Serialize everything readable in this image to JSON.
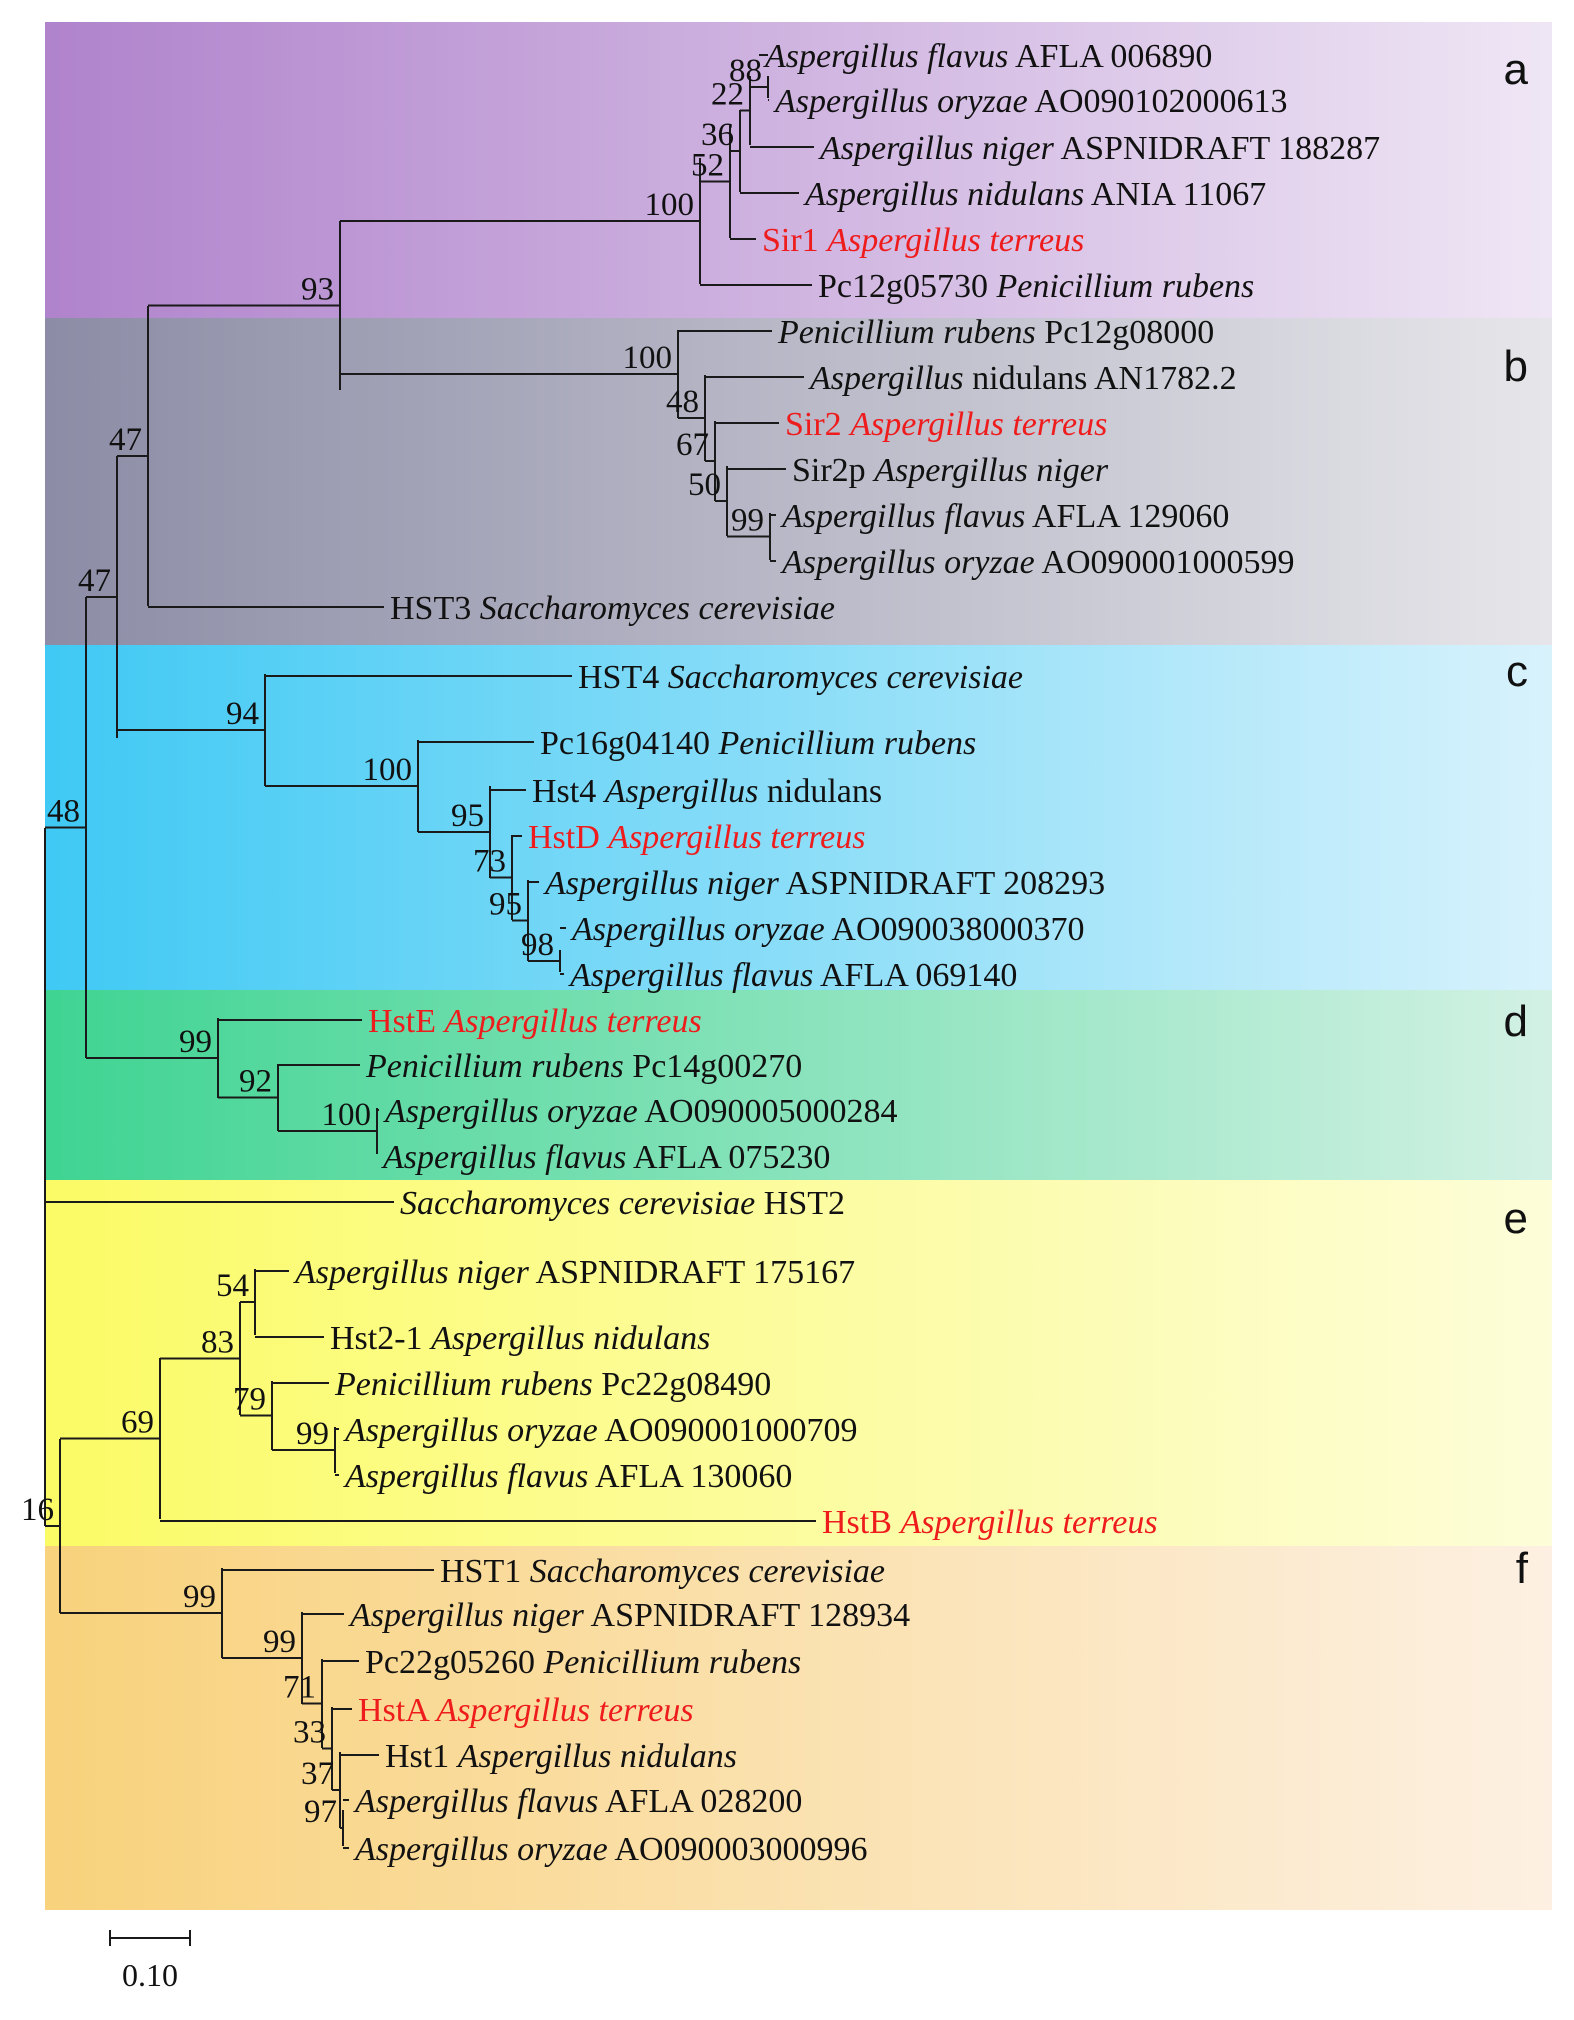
{
  "colors": {
    "a": [
      "#b083cc",
      "#efe6f5"
    ],
    "b": [
      "#8c8ca6",
      "#e6e6ea"
    ],
    "c": [
      "#3fc9f4",
      "#d8f2fc"
    ],
    "d": [
      "#3fd492",
      "#d2f1e4"
    ],
    "e": [
      "#fbfb66",
      "#fdfdd9"
    ],
    "f": [
      "#f8d27c",
      "#fdf0e2"
    ],
    "highlight": "#ee1c1c"
  },
  "clades": [
    {
      "id": "a",
      "label": "a"
    },
    {
      "id": "b",
      "label": "b"
    },
    {
      "id": "c",
      "label": "c"
    },
    {
      "id": "d",
      "label": "d"
    },
    {
      "id": "e",
      "label": "e"
    },
    {
      "id": "f",
      "label": "f"
    }
  ],
  "leaves": [
    {
      "id": "L1",
      "clade": "a",
      "parts": [
        {
          "t": "Aspergillus flavus",
          "i": true
        },
        {
          "t": " AFLA 006890"
        }
      ]
    },
    {
      "id": "L2",
      "clade": "a",
      "parts": [
        {
          "t": "Aspergillus oryzae",
          "i": true
        },
        {
          "t": " AO090102000613"
        }
      ]
    },
    {
      "id": "L3",
      "clade": "a",
      "parts": [
        {
          "t": "Aspergillus niger",
          "i": true
        },
        {
          "t": " ASPNIDRAFT 188287"
        }
      ]
    },
    {
      "id": "L4",
      "clade": "a",
      "parts": [
        {
          "t": "Aspergillus nidulans",
          "i": true
        },
        {
          "t": " ANIA 11067"
        }
      ]
    },
    {
      "id": "L5",
      "clade": "a",
      "highlight": true,
      "parts": [
        {
          "t": "Sir1 "
        },
        {
          "t": "Aspergillus terreus",
          "i": true
        }
      ]
    },
    {
      "id": "L6",
      "clade": "a",
      "parts": [
        {
          "t": "Pc12g05730 "
        },
        {
          "t": "Penicillium rubens",
          "i": true
        }
      ]
    },
    {
      "id": "L7",
      "clade": "b",
      "parts": [
        {
          "t": "Penicillium rubens",
          "i": true
        },
        {
          "t": " Pc12g08000"
        }
      ]
    },
    {
      "id": "L8",
      "clade": "b",
      "parts": [
        {
          "t": "Aspergillus",
          "i": true
        },
        {
          "t": " nidulans AN1782.2"
        }
      ]
    },
    {
      "id": "L9",
      "clade": "b",
      "highlight": true,
      "parts": [
        {
          "t": "Sir2 "
        },
        {
          "t": "Aspergillus terreus",
          "i": true
        }
      ]
    },
    {
      "id": "L10",
      "clade": "b",
      "parts": [
        {
          "t": "Sir2p "
        },
        {
          "t": "Aspergillus niger",
          "i": true
        }
      ]
    },
    {
      "id": "L11",
      "clade": "b",
      "parts": [
        {
          "t": "Aspergillus flavus",
          "i": true
        },
        {
          "t": " AFLA 129060"
        }
      ]
    },
    {
      "id": "L12",
      "clade": "b",
      "parts": [
        {
          "t": "Aspergillus oryzae",
          "i": true
        },
        {
          "t": " AO090001000599"
        }
      ]
    },
    {
      "id": "L13",
      "clade": "b",
      "parts": [
        {
          "t": "HST3 "
        },
        {
          "t": "Saccharomyces cerevisiae",
          "i": true
        }
      ]
    },
    {
      "id": "L14",
      "clade": "c",
      "parts": [
        {
          "t": "HST4 "
        },
        {
          "t": "Saccharomyces cerevisiae",
          "i": true
        }
      ]
    },
    {
      "id": "L15",
      "clade": "c",
      "parts": [
        {
          "t": "Pc16g04140 "
        },
        {
          "t": "Penicillium rubens",
          "i": true
        }
      ]
    },
    {
      "id": "L16",
      "clade": "c",
      "parts": [
        {
          "t": "Hst4 "
        },
        {
          "t": "Aspergillus",
          "i": true
        },
        {
          "t": " nidulans"
        }
      ]
    },
    {
      "id": "L17",
      "clade": "c",
      "highlight": true,
      "parts": [
        {
          "t": "HstD "
        },
        {
          "t": "Aspergillus terreus",
          "i": true
        }
      ]
    },
    {
      "id": "L18",
      "clade": "c",
      "parts": [
        {
          "t": "Aspergillus niger",
          "i": true
        },
        {
          "t": " ASPNIDRAFT 208293"
        }
      ]
    },
    {
      "id": "L19",
      "clade": "c",
      "parts": [
        {
          "t": "Aspergillus oryzae",
          "i": true
        },
        {
          "t": " AO090038000370"
        }
      ]
    },
    {
      "id": "L20",
      "clade": "c",
      "parts": [
        {
          "t": "Aspergillus flavus",
          "i": true
        },
        {
          "t": " AFLA 069140"
        }
      ]
    },
    {
      "id": "L21",
      "clade": "d",
      "highlight": true,
      "parts": [
        {
          "t": "HstE "
        },
        {
          "t": "Aspergillus terreus",
          "i": true
        }
      ]
    },
    {
      "id": "L22",
      "clade": "d",
      "parts": [
        {
          "t": "Penicillium rubens",
          "i": true
        },
        {
          "t": " Pc14g00270"
        }
      ]
    },
    {
      "id": "L23",
      "clade": "d",
      "parts": [
        {
          "t": "Aspergillus oryzae",
          "i": true
        },
        {
          "t": " AO090005000284"
        }
      ]
    },
    {
      "id": "L24",
      "clade": "d",
      "parts": [
        {
          "t": "Aspergillus flavus",
          "i": true
        },
        {
          "t": " AFLA 075230"
        }
      ]
    },
    {
      "id": "L25",
      "clade": "e",
      "parts": [
        {
          "t": "Saccharomyces cerevisiae",
          "i": true
        },
        {
          "t": " HST2"
        }
      ]
    },
    {
      "id": "L26",
      "clade": "e",
      "parts": [
        {
          "t": "Aspergillus niger",
          "i": true
        },
        {
          "t": " ASPNIDRAFT 175167"
        }
      ]
    },
    {
      "id": "L27",
      "clade": "e",
      "parts": [
        {
          "t": "Hst2-1 "
        },
        {
          "t": "Aspergillus nidulans",
          "i": true
        }
      ]
    },
    {
      "id": "L28",
      "clade": "e",
      "parts": [
        {
          "t": "Penicillium rubens",
          "i": true
        },
        {
          "t": " Pc22g08490"
        }
      ]
    },
    {
      "id": "L29",
      "clade": "e",
      "parts": [
        {
          "t": "Aspergillus oryzae",
          "i": true
        },
        {
          "t": " AO090001000709"
        }
      ]
    },
    {
      "id": "L30",
      "clade": "e",
      "parts": [
        {
          "t": "Aspergillus flavus",
          "i": true
        },
        {
          "t": " AFLA 130060"
        }
      ]
    },
    {
      "id": "L31",
      "clade": "e",
      "highlight": true,
      "parts": [
        {
          "t": "HstB "
        },
        {
          "t": "Aspergillus terreus",
          "i": true
        }
      ]
    },
    {
      "id": "L32",
      "clade": "f",
      "parts": [
        {
          "t": "HST1 "
        },
        {
          "t": "Saccharomyces cerevisiae",
          "i": true
        }
      ]
    },
    {
      "id": "L33",
      "clade": "f",
      "parts": [
        {
          "t": "Aspergillus niger",
          "i": true
        },
        {
          "t": " ASPNIDRAFT 128934"
        }
      ]
    },
    {
      "id": "L34",
      "clade": "f",
      "parts": [
        {
          "t": "Pc22g05260 "
        },
        {
          "t": "Penicillium rubens",
          "i": true
        }
      ]
    },
    {
      "id": "L35",
      "clade": "f",
      "highlight": true,
      "parts": [
        {
          "t": "HstA "
        },
        {
          "t": "Aspergillus terreus",
          "i": true
        }
      ]
    },
    {
      "id": "L36",
      "clade": "f",
      "parts": [
        {
          "t": "Hst1 "
        },
        {
          "t": "Aspergillus nidulans",
          "i": true
        }
      ]
    },
    {
      "id": "L37",
      "clade": "f",
      "parts": [
        {
          "t": "Aspergillus flavus",
          "i": true
        },
        {
          "t": " AFLA 028200"
        }
      ]
    },
    {
      "id": "L38",
      "clade": "f",
      "parts": [
        {
          "t": "Aspergillus oryzae",
          "i": true
        },
        {
          "t": " AO090003000996"
        }
      ]
    }
  ],
  "bootstrap": [
    {
      "node": "a1",
      "value": "88"
    },
    {
      "node": "a2",
      "value": "22"
    },
    {
      "node": "a3",
      "value": "36"
    },
    {
      "node": "a4",
      "value": "52"
    },
    {
      "node": "a5",
      "value": "100"
    },
    {
      "node": "ab",
      "value": "93"
    },
    {
      "node": "b1",
      "value": "99"
    },
    {
      "node": "b2",
      "value": "50"
    },
    {
      "node": "b3",
      "value": "67"
    },
    {
      "node": "b4",
      "value": "48"
    },
    {
      "node": "b5",
      "value": "100"
    },
    {
      "node": "abh",
      "value": "47"
    },
    {
      "node": "abc",
      "value": "47"
    },
    {
      "node": "c1",
      "value": "98"
    },
    {
      "node": "c2",
      "value": "95"
    },
    {
      "node": "c3",
      "value": "73"
    },
    {
      "node": "c4",
      "value": "95"
    },
    {
      "node": "c5",
      "value": "100"
    },
    {
      "node": "c6",
      "value": "94"
    },
    {
      "node": "d1",
      "value": "100"
    },
    {
      "node": "d2",
      "value": "92"
    },
    {
      "node": "d3",
      "value": "99"
    },
    {
      "node": "abcd",
      "value": "48"
    },
    {
      "node": "e1",
      "value": "99"
    },
    {
      "node": "e2",
      "value": "54"
    },
    {
      "node": "e3",
      "value": "79"
    },
    {
      "node": "e4",
      "value": "83"
    },
    {
      "node": "e5",
      "value": "69"
    },
    {
      "node": "f1",
      "value": "97"
    },
    {
      "node": "f2",
      "value": "37"
    },
    {
      "node": "f3",
      "value": "33"
    },
    {
      "node": "f4",
      "value": "71"
    },
    {
      "node": "f5",
      "value": "99"
    },
    {
      "node": "f6",
      "value": "99"
    },
    {
      "node": "ef",
      "value": "16"
    }
  ],
  "scale_bar": {
    "value": 0.1,
    "label": "0.10"
  }
}
